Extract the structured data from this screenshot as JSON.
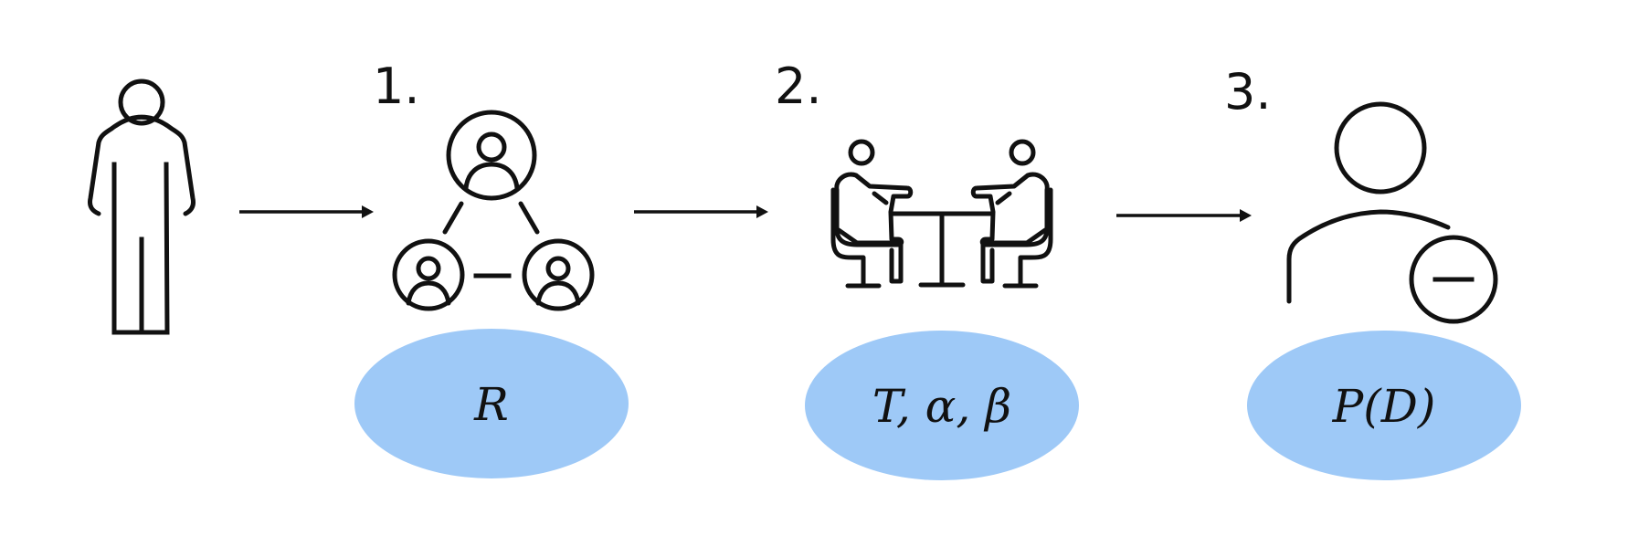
{
  "steps": [
    {
      "number": "1.",
      "label": "R"
    },
    {
      "number": "2.",
      "label": "T, α, β"
    },
    {
      "number": "3.",
      "label": "P(D)"
    }
  ],
  "colors": {
    "ellipse_fill": "#9ec9f7",
    "stroke": "#111111",
    "background": "#ffffff"
  },
  "icons": [
    "person-icon",
    "group-network-icon",
    "interview-meeting-icon",
    "remove-user-icon"
  ]
}
